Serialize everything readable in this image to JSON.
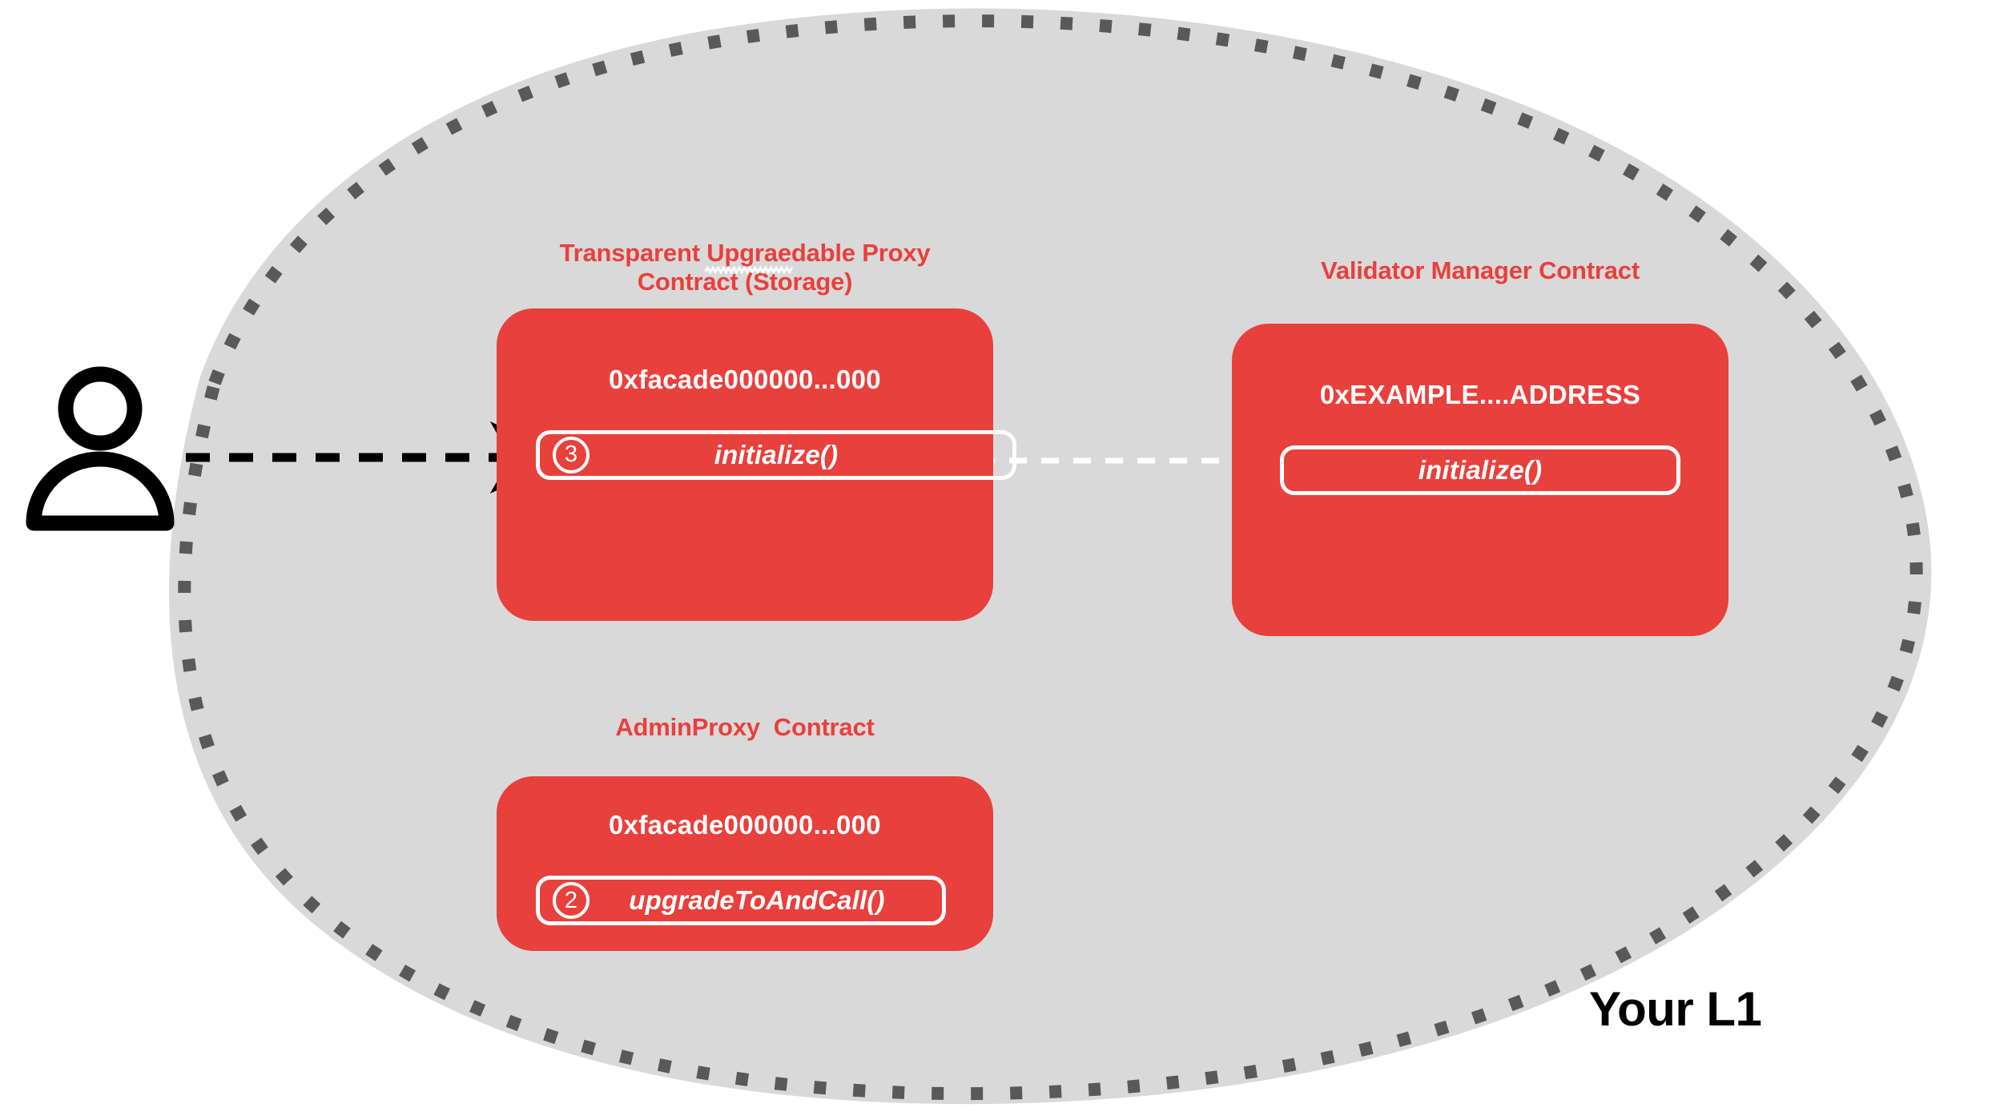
{
  "diagram": {
    "region_label": "Your L1",
    "background_color": "#ffffff",
    "blob_fill_color": "#d9d9d9",
    "blob_border_color": "#595959",
    "accent_color": "#e8403c",
    "box_text_color": "#ffffff",
    "actor": {
      "icon": "person-icon",
      "label": ""
    },
    "contracts": [
      {
        "id": "transparent-upgradeable-proxy",
        "title_line1_pre": "Transparent ",
        "title_line1_misspelled": "Upgraedable",
        "title_line1_post": " Proxy",
        "title_line2": "Contract (Storage)",
        "title_full": "Transparent Upgraedable Proxy Contract (Storage)",
        "address": "0xfacade000000...000",
        "functions": [
          {
            "step": "3",
            "name": "initialize()",
            "has_badge": true
          }
        ]
      },
      {
        "id": "validator-manager",
        "title_line1_pre": "Validator Manager Contract",
        "title_line1_misspelled": "",
        "title_line1_post": "",
        "title_line2": "",
        "title_full": "Validator Manager Contract",
        "address": "0xEXAMPLE....ADDRESS",
        "functions": [
          {
            "step": "",
            "name": "initialize()",
            "has_badge": false
          }
        ]
      },
      {
        "id": "admin-proxy",
        "title_line1_pre": "AdminProxy  Contract",
        "title_line1_misspelled": "",
        "title_line1_post": "",
        "title_line2": "",
        "title_full": "AdminProxy  Contract",
        "address": "0xfacade000000...000",
        "functions": [
          {
            "step": "2",
            "name": "upgradeToAndCall()",
            "has_badge": true
          }
        ]
      }
    ],
    "arrows": [
      {
        "id": "user-to-proxy",
        "name": "arrow-user-to-proxy",
        "style": "dashed",
        "color": "#000000"
      },
      {
        "id": "proxy-to-validator-manager",
        "name": "arrow-proxy-to-validator-manager",
        "style": "dashed",
        "color": "#ffffff"
      }
    ]
  }
}
